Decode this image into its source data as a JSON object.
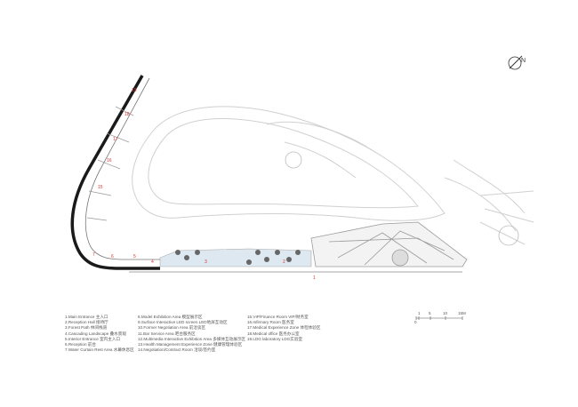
{
  "north_label": "N",
  "legend": {
    "col1": [
      "1.Main Entrance 主入口",
      "2.Reception Hall 接待厅",
      "3.Forest Path 林间栈道",
      "4.Cascading Landscape 叠水景观",
      "5.Interior Entrance 室内主入口",
      "6.Reception 前台",
      "7.Water Curtain Rest Area 水幕休息区"
    ],
    "col2": [
      "8.Model Exhibition Area 模型展示区",
      "9.Surface Interactive LED screen LED地屏互动区",
      "10.Former Negotiation Area 前洽谈区",
      "11.Bar Service Area 吧台服务区",
      "12.Multimedia Interactive Exhibition Area 多媒体互动展示区",
      "13.Health Management Experience Zone 健康管理体验区",
      "14.Negotiation/Contract Room 洽谈/签约室"
    ],
    "col3": [
      "15.VIP/Finance Room VIP/财务室",
      "16.Infirmary Room 医务室",
      "17.Medical Experience Zone 体检体验区",
      "18.Medical office 医务办公室",
      "19.LDG laboratory LDG实验室"
    ]
  },
  "scale_bar": {
    "ticks": [
      "1",
      "5",
      "10",
      "15M"
    ],
    "zero": "0"
  },
  "plan_numbers": [
    "1",
    "2",
    "3",
    "4",
    "5",
    "6",
    "7",
    "19",
    "18",
    "17",
    "16",
    "15"
  ],
  "colors": {
    "wall": "#1a1a1a",
    "ground_lines": "#c8c8c8",
    "water": "#cfe0ee",
    "labels": "#d33333"
  }
}
